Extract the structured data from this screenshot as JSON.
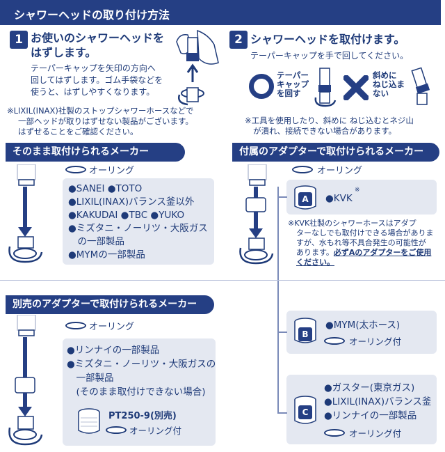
{
  "title": "シャワーヘッドの取り付け方法",
  "step1": {
    "number": "1",
    "heading_line1": "お使いのシャワーヘッドを",
    "heading_line2": "はずします。",
    "body_line1": "テーパーキャップを矢印の方向へ",
    "body_line2": "回してはずします。ゴム手袋などを",
    "body_line3": "使うと、はずしやすくなります。",
    "note_line1": "※LIXIL(INAX)社製のストップシャワーホースなどで",
    "note_line2": "一部ヘッドが取りはずせない製品がございます。",
    "note_line3": "はずせることをご確認ください。"
  },
  "step2": {
    "number": "2",
    "heading": "シャワーヘッドを取付けます。",
    "body": "テーパーキャップを手で回してください。",
    "ok_line1": "テーパー",
    "ok_line2": "キャップ",
    "ok_line3": "を回す",
    "ng_line1": "斜めに",
    "ng_line2": "ねじ込ま",
    "ng_line3": "ない",
    "note_line1": "※工具を使用したり、斜めに ねじ込むとネジ山",
    "note_line2": "が潰れ、接続できない場合があります。"
  },
  "section_direct": {
    "title": "そのまま取付けられるメーカー",
    "oring": "オーリング",
    "items": [
      "●SANEI ●TOTO",
      "●LIXIL(INAX)バランス釜以外",
      "●KAKUDAI ●TBC ●YUKO",
      "●ミズタニ・ノーリツ・大阪ガス",
      "　の一部製品",
      "●MYMの一部製品"
    ]
  },
  "section_included": {
    "title": "付属のアダプターで取付けられるメーカー",
    "oring": "オーリング",
    "adapter_a": "A",
    "kvk": "●KVK",
    "kvk_mark": "※",
    "note_line1": "※KVK社製のシャワーホースはアダプ",
    "note_line2": "ターなしでも取付けできる場合がありま",
    "note_line3": "すが、水もれ等不具合発生の可能性が",
    "note_line4_plain": "あります。",
    "note_line4_bold": "必ずAのアダプターをご使用",
    "note_line5_bold": "ください。",
    "adapter_b": "B",
    "b_item": "●MYM(太ホース)",
    "b_oring": "オーリング付",
    "adapter_c": "C",
    "c_items": [
      "●ガスター(東京ガス)",
      "●LIXIL(INAX)バランス釜",
      "●リンナイの一部製品"
    ],
    "c_oring": "オーリング付"
  },
  "section_separate": {
    "title": "別売のアダプターで取付けられるメーカー",
    "oring": "オーリング",
    "items": [
      "●リンナイの一部製品",
      "●ミズタニ・ノーリツ・大阪ガスの",
      "　一部製品",
      "　(そのまま取付けできない場合)"
    ],
    "product": "PT250-9(別売)",
    "product_oring": "オーリング付"
  },
  "colors": {
    "navy": "#253f84",
    "panel": "#e4e8f1",
    "text": "#1e3a78"
  }
}
